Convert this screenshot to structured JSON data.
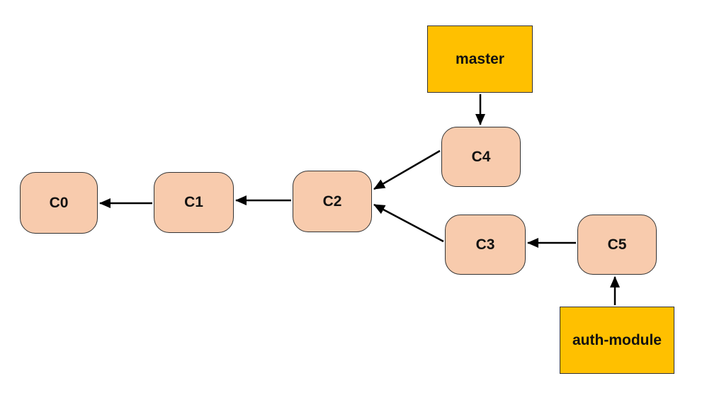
{
  "diagram": {
    "kind": "git-commit-graph",
    "branches": [
      {
        "id": "master",
        "label": "master"
      },
      {
        "id": "auth-module",
        "label": "auth-module"
      }
    ],
    "commits": [
      {
        "id": "C0",
        "label": "C0"
      },
      {
        "id": "C1",
        "label": "C1"
      },
      {
        "id": "C2",
        "label": "C2"
      },
      {
        "id": "C3",
        "label": "C3"
      },
      {
        "id": "C4",
        "label": "C4"
      },
      {
        "id": "C5",
        "label": "C5"
      }
    ],
    "edges": [
      {
        "from": "master",
        "to": "C4",
        "style": "arrow"
      },
      {
        "from": "C1",
        "to": "C0",
        "style": "arrow"
      },
      {
        "from": "C2",
        "to": "C1",
        "style": "arrow"
      },
      {
        "from": "C4",
        "to": "C2",
        "style": "arrow"
      },
      {
        "from": "C3",
        "to": "C2",
        "style": "arrow"
      },
      {
        "from": "C5",
        "to": "C3",
        "style": "arrow"
      },
      {
        "from": "auth-module",
        "to": "C5",
        "style": "arrow"
      }
    ],
    "colors": {
      "branch_fill": "#FFC000",
      "commit_fill": "#F8CBAD",
      "node_border": "#333333",
      "arrow": "#000000",
      "text": "#111111",
      "background": "#FFFFFF"
    }
  }
}
